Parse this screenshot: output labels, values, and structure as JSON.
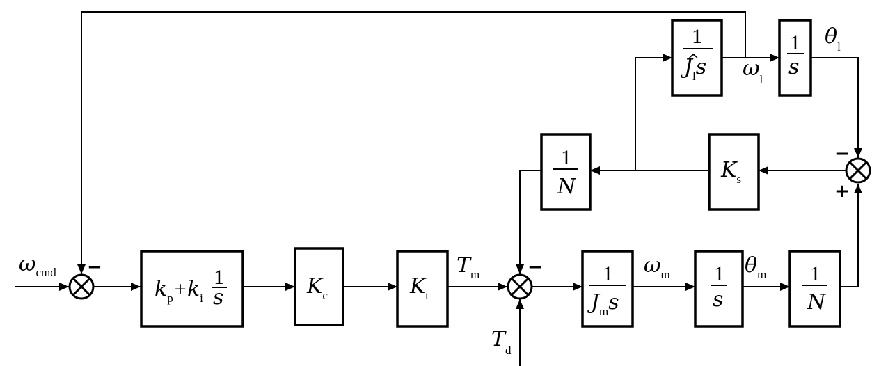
{
  "blocks": {
    "pi": {
      "kp": "k",
      "kp_sub": "p",
      "plus": "+",
      "ki": "k",
      "ki_sub": "i",
      "one": "1",
      "s": "s"
    },
    "kc": {
      "sym": "K",
      "sub": "c"
    },
    "kt": {
      "sym": "K",
      "sub": "t"
    },
    "jm": {
      "one": "1",
      "sym": "J",
      "sub": "m",
      "s": "s"
    },
    "int_m": {
      "one": "1",
      "s": "s"
    },
    "n_out": {
      "one": "1",
      "n": "N"
    },
    "jl": {
      "one": "1",
      "hat": "^",
      "sym": "J",
      "sub": "l",
      "s": "s"
    },
    "int_l": {
      "one": "1",
      "s": "s"
    },
    "ks": {
      "sym": "K",
      "sub": "s"
    },
    "n_fb": {
      "one": "1",
      "n": "N"
    }
  },
  "signals": {
    "w_cmd": {
      "sym": "ω",
      "sub": "cmd"
    },
    "t_m": {
      "sym": "T",
      "sub": "m"
    },
    "t_d": {
      "sym": "T",
      "sub": "d"
    },
    "w_m": {
      "sym": "ω",
      "sub": "m"
    },
    "theta_m": {
      "sym": "θ",
      "sub": "m"
    },
    "w_l": {
      "sym": "ω",
      "sub": "l"
    },
    "theta_l": {
      "sym": "θ",
      "sub": "l"
    }
  },
  "signs": {
    "sum1_minus": "−",
    "sum2_minus": "−",
    "sum3_minus": "−",
    "sum3_plus": "+"
  }
}
